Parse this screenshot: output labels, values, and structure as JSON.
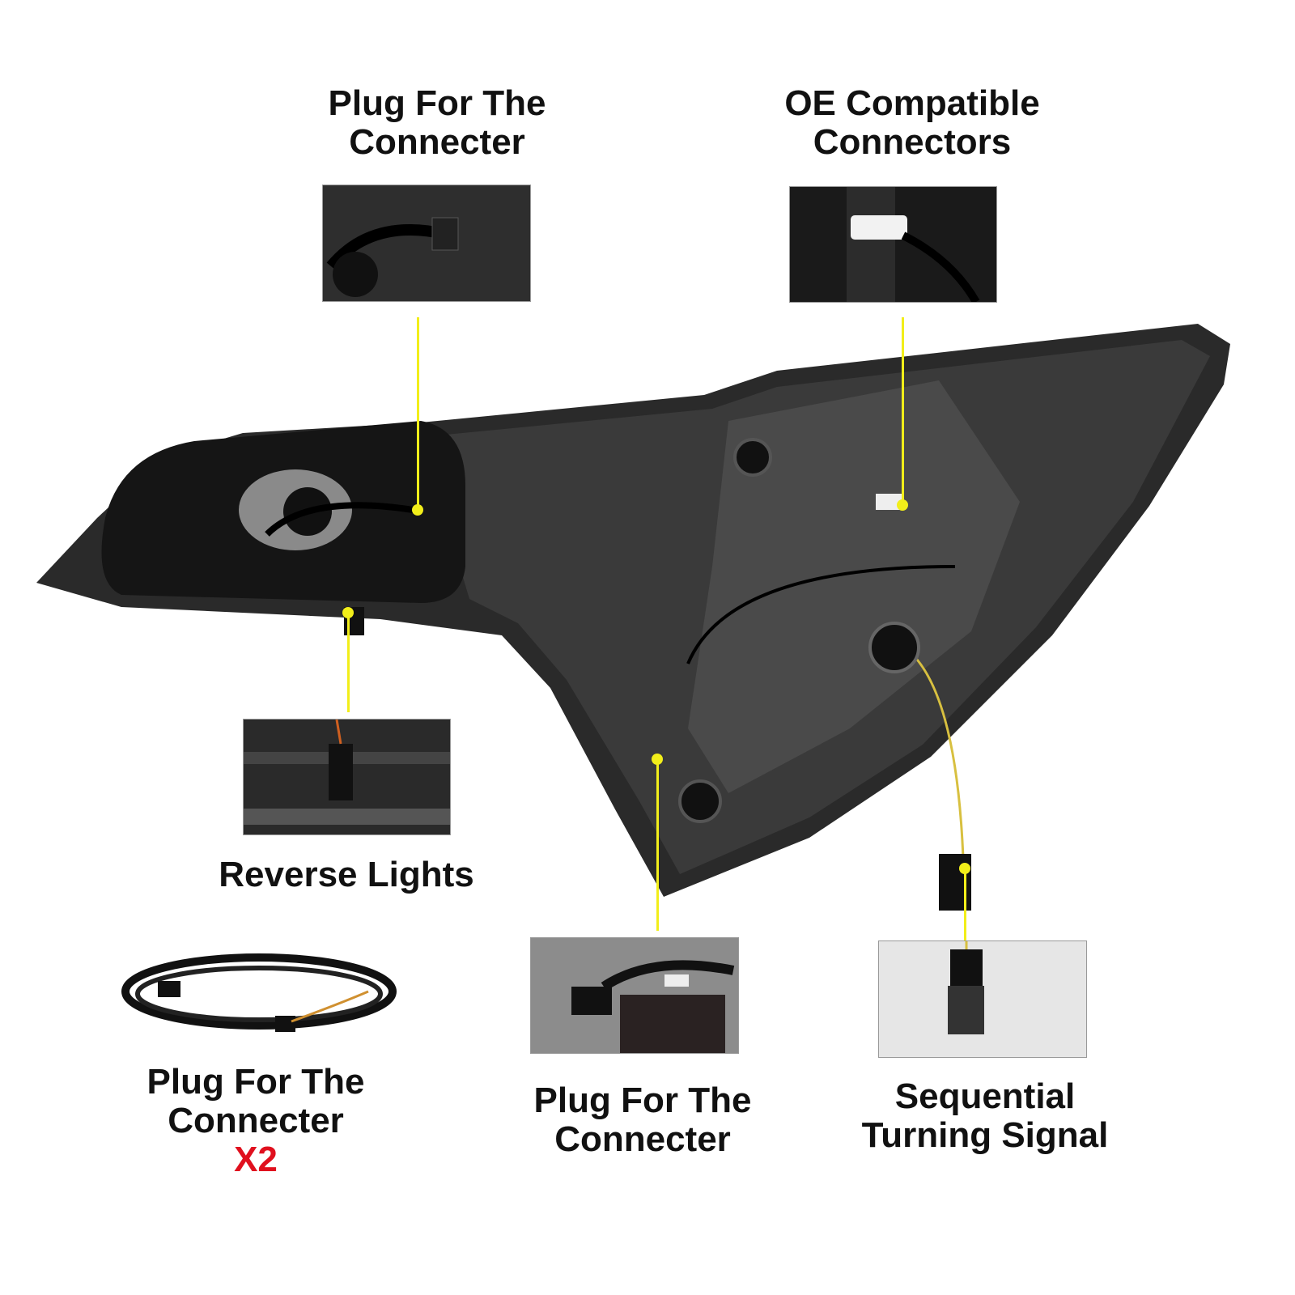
{
  "callouts": {
    "top_left": {
      "line1": "Plug For The",
      "line2": "Connecter"
    },
    "top_right": {
      "line1": "OE Compatible",
      "line2": "Connectors"
    },
    "reverse": {
      "text": "Reverse Lights"
    },
    "harness": {
      "line1": "Plug For The",
      "line2": "Connecter",
      "qty": "X2"
    },
    "bottom_middle": {
      "line1": "Plug For The",
      "line2": "Connecter"
    },
    "bottom_right": {
      "line1": "Sequential",
      "line2": "Turning Signal"
    }
  },
  "colors": {
    "leader_line": "#f2ee1a",
    "qty_text": "#e0101e",
    "housing": "#1c1c1c"
  }
}
